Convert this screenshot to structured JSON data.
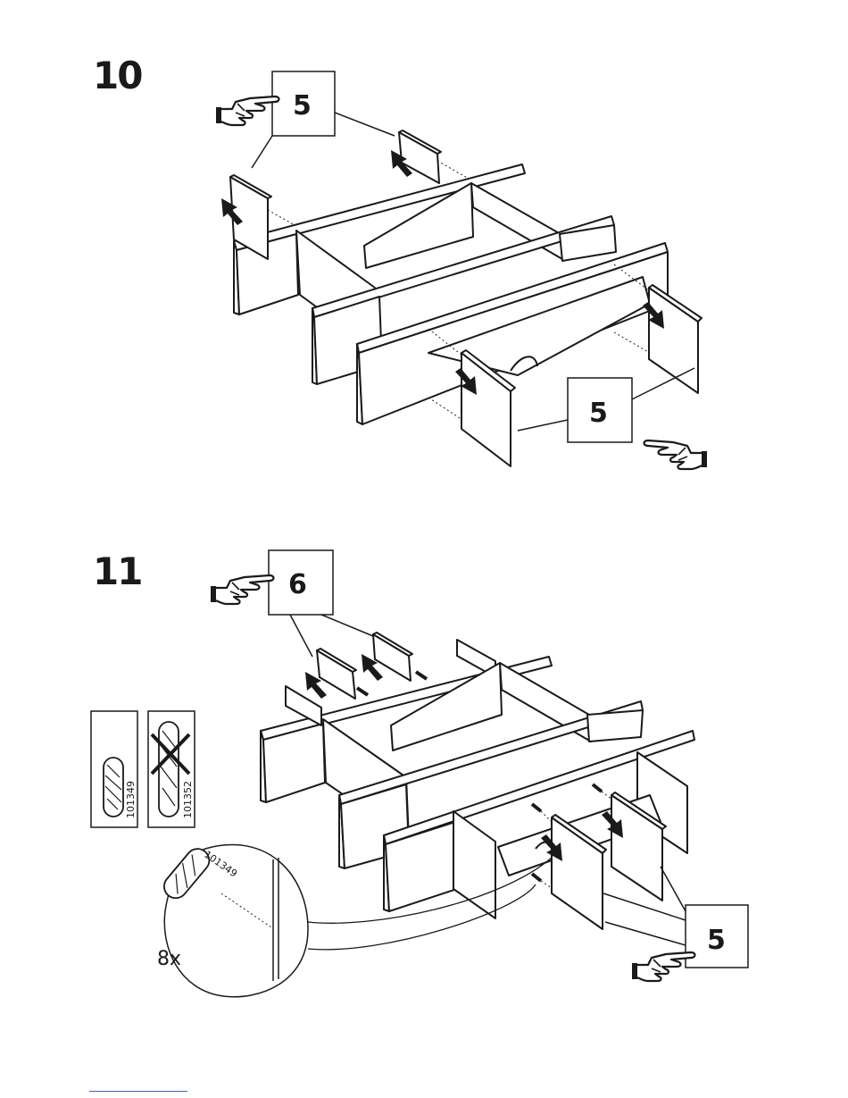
{
  "steps": [
    {
      "number": "10",
      "callouts": [
        {
          "part_count": "5"
        },
        {
          "part_count": "5"
        }
      ]
    },
    {
      "number": "11",
      "callouts": [
        {
          "part_count": "6"
        },
        {
          "part_count": "5"
        }
      ],
      "dowel_correct": {
        "code": "101349"
      },
      "dowel_wrong": {
        "code": "101352"
      },
      "detail": {
        "code": "101349",
        "quantity": "8x"
      }
    }
  ],
  "icons": [
    "pointing-hand-icon",
    "push-arrow-icon",
    "cross-mark-icon",
    "dowel-icon"
  ]
}
